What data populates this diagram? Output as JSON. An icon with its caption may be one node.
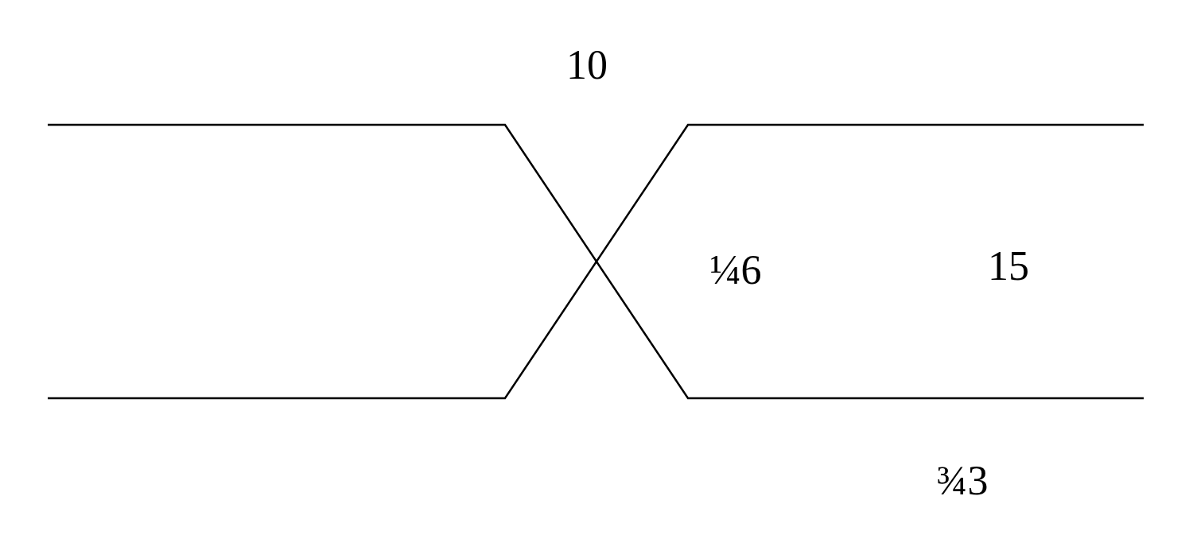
{
  "diagram": {
    "labels": [
      "10",
      "¼6",
      "15",
      "¾3"
    ]
  }
}
